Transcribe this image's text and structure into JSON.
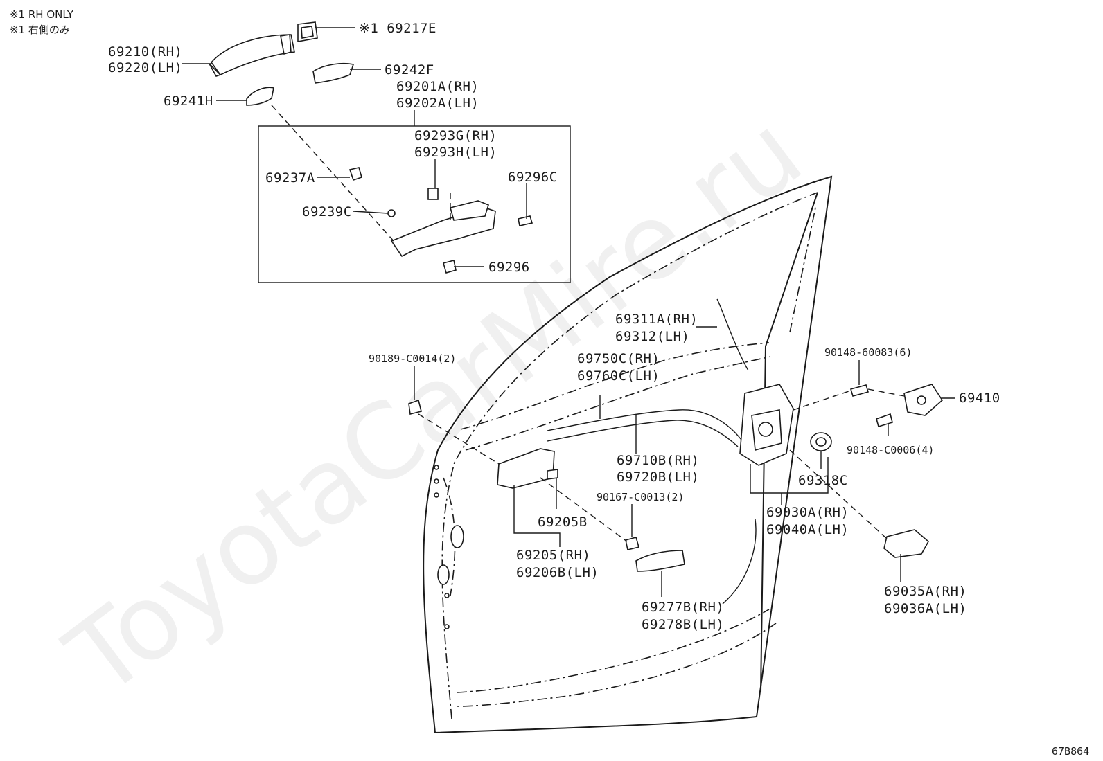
{
  "watermark": "ToyotaCarMire.ru",
  "notes": {
    "rh_only_en": "※1 RH ONLY",
    "rh_only_jp": "※1 右側のみ"
  },
  "diagram_code": "67B864",
  "labels": {
    "p69217E": "※1 69217E",
    "p69210_rh": "69210(RH)",
    "p69220_lh": "69220(LH)",
    "p69242F": "69242F",
    "p69241H": "69241H",
    "p69201A_rh": "69201A(RH)",
    "p69202A_lh": "69202A(LH)",
    "p69293G_rh": "69293G(RH)",
    "p69293H_lh": "69293H(LH)",
    "p69237A": "69237A",
    "p69296C": "69296C",
    "p69239C": "69239C",
    "p69296": "69296",
    "p69311A_rh": "69311A(RH)",
    "p69312_lh": "69312(LH)",
    "p69750C_rh": "69750C(RH)",
    "p69760C_lh": "69760C(LH)",
    "p90189": "90189-C0014(2)",
    "p90148_60083": "90148-60083(6)",
    "p69410": "69410",
    "p90148_C0006": "90148-C0006(4)",
    "p69710B_rh": "69710B(RH)",
    "p69720B_lh": "69720B(LH)",
    "p69318C": "69318C",
    "p90167": "90167-C0013(2)",
    "p69205B": "69205B",
    "p69030A_rh": "69030A(RH)",
    "p69040A_lh": "69040A(LH)",
    "p69205_rh": "69205(RH)",
    "p69206B_lh": "69206B(LH)",
    "p69035A_rh": "69035A(RH)",
    "p69036A_lh": "69036A(LH)",
    "p69277B_rh": "69277B(RH)",
    "p69278B_lh": "69278B(LH)"
  }
}
